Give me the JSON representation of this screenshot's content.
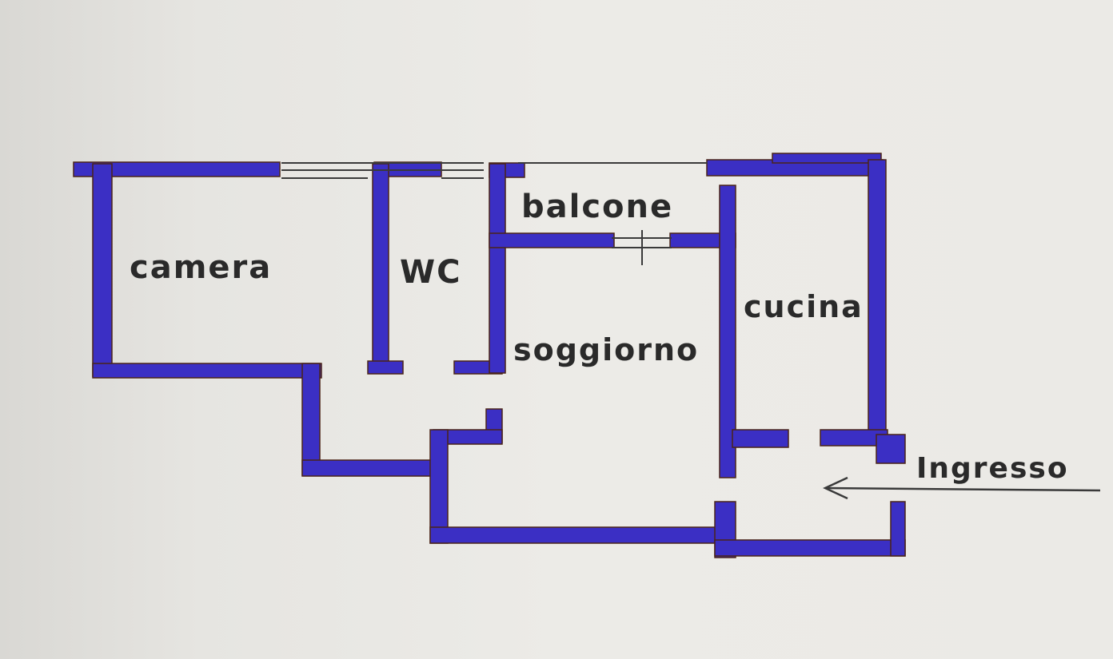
{
  "labels": {
    "camera": "camera",
    "wc": "WC",
    "balcone": "balcone",
    "soggiorno": "soggiorno",
    "cucina": "cucina",
    "ingresso": "Ingresso"
  },
  "colors": {
    "wall": "#3b2fc4",
    "wall_outline": "#4a2418",
    "line": "#3a3a3a",
    "paper": "#ebeae6"
  }
}
